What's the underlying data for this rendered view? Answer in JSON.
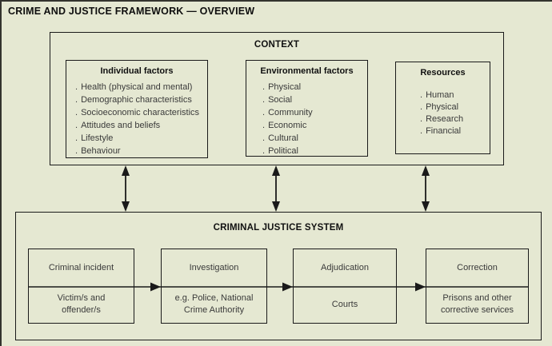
{
  "title": "CRIME AND JUSTICE FRAMEWORK — OVERVIEW",
  "colors": {
    "background": "#e5e8d2",
    "line": "#1a1a1a",
    "heading_text": "#101010",
    "body_text": "#3a3a3a"
  },
  "context": {
    "label": "CONTEXT",
    "boxes": [
      {
        "heading": "Individual factors",
        "items": [
          "Health (physical and mental)",
          "Demographic characteristics",
          "Socioeconomic characteristics",
          "Attitudes and beliefs",
          "Lifestyle",
          "Behaviour"
        ]
      },
      {
        "heading": "Environmental factors",
        "items": [
          "Physical",
          "Social",
          "Community",
          "Economic",
          "Cultural",
          "Political"
        ]
      },
      {
        "heading": "Resources",
        "items": [
          "Human",
          "Physical",
          "Research",
          "Financial"
        ]
      }
    ]
  },
  "cjs": {
    "label": "CRIMINAL JUSTICE SYSTEM",
    "stages": [
      {
        "top": "Criminal incident",
        "bottom": "Victim/s and offender/s"
      },
      {
        "top": "Investigation",
        "bottom": "e.g. Police, National Crime Authority"
      },
      {
        "top": "Adjudication",
        "bottom": "Courts"
      },
      {
        "top": "Correction",
        "bottom": "Prisons and other corrective services"
      }
    ]
  },
  "icons": {
    "bidirectional_arrow": "up-down-arrow",
    "flow_arrow": "right-arrow"
  }
}
